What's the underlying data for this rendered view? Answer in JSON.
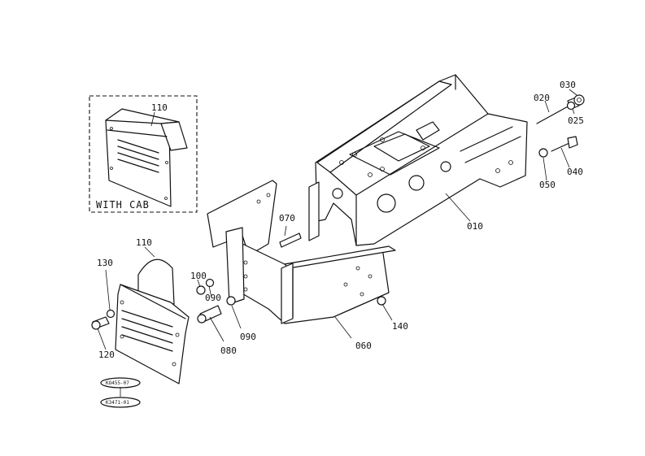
{
  "inset": {
    "caption": "WITH CAB",
    "part": "110"
  },
  "callouts": [
    {
      "id": "010",
      "label": "010"
    },
    {
      "id": "020",
      "label": "020"
    },
    {
      "id": "025",
      "label": "025"
    },
    {
      "id": "030",
      "label": "030"
    },
    {
      "id": "040",
      "label": "040"
    },
    {
      "id": "050",
      "label": "050"
    },
    {
      "id": "060",
      "label": "060"
    },
    {
      "id": "070",
      "label": "070"
    },
    {
      "id": "080",
      "label": "080"
    },
    {
      "id": "090a",
      "label": "090"
    },
    {
      "id": "090b",
      "label": "090"
    },
    {
      "id": "100",
      "label": "100"
    },
    {
      "id": "110",
      "label": "110"
    },
    {
      "id": "120",
      "label": "120"
    },
    {
      "id": "130",
      "label": "130"
    },
    {
      "id": "140",
      "label": "140"
    }
  ],
  "codes": [
    "KO455-07",
    "K3471-01"
  ]
}
